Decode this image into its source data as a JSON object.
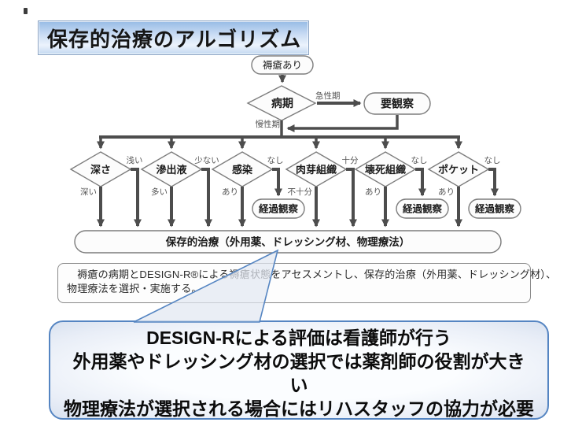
{
  "title": "保存的治療のアルゴリズム",
  "flow": {
    "start": "褥瘡あり",
    "stage": {
      "label": "病期",
      "acute": "急性期",
      "chronic": "慢性期",
      "observe": "要観察"
    },
    "followup": "経過観察",
    "assessments": [
      {
        "label": "深さ",
        "right": "浅い",
        "down": "深い"
      },
      {
        "label": "滲出液",
        "right": "少ない",
        "down": "多い"
      },
      {
        "label": "感染",
        "right": "なし",
        "down": "あり"
      },
      {
        "label": "肉芽組織",
        "right": "十分",
        "down": "不十分"
      },
      {
        "label": "壊死組織",
        "right": "なし",
        "down": "あり"
      },
      {
        "label": "ポケット",
        "right": "なし",
        "down": "あり"
      }
    ],
    "treatment": "保存的治療（外用薬、ドレッシング材、物理療法）",
    "note_lines": [
      "　褥瘡の病期とDESIGN-R®による褥瘡状態をアセスメントし、保存的治療（外用薬、ドレッシング材）、",
      "物理療法を選択・実施する。"
    ]
  },
  "callout": {
    "lines": [
      "DESIGN-Rによる評価は看護師が行う",
      "外用薬やドレッシング材の選択では薬剤師の役割が大き",
      "い",
      "物理療法が選択される場合にはリハスタッフの協力が必要"
    ]
  },
  "colors": {
    "title_gradient_top": "#97bbe5",
    "title_gradient_bottom": "#c3d8f1",
    "callout_border": "#5585c2",
    "flow_line": "#4d4d4d",
    "shape_border": "#7c7c7c"
  }
}
